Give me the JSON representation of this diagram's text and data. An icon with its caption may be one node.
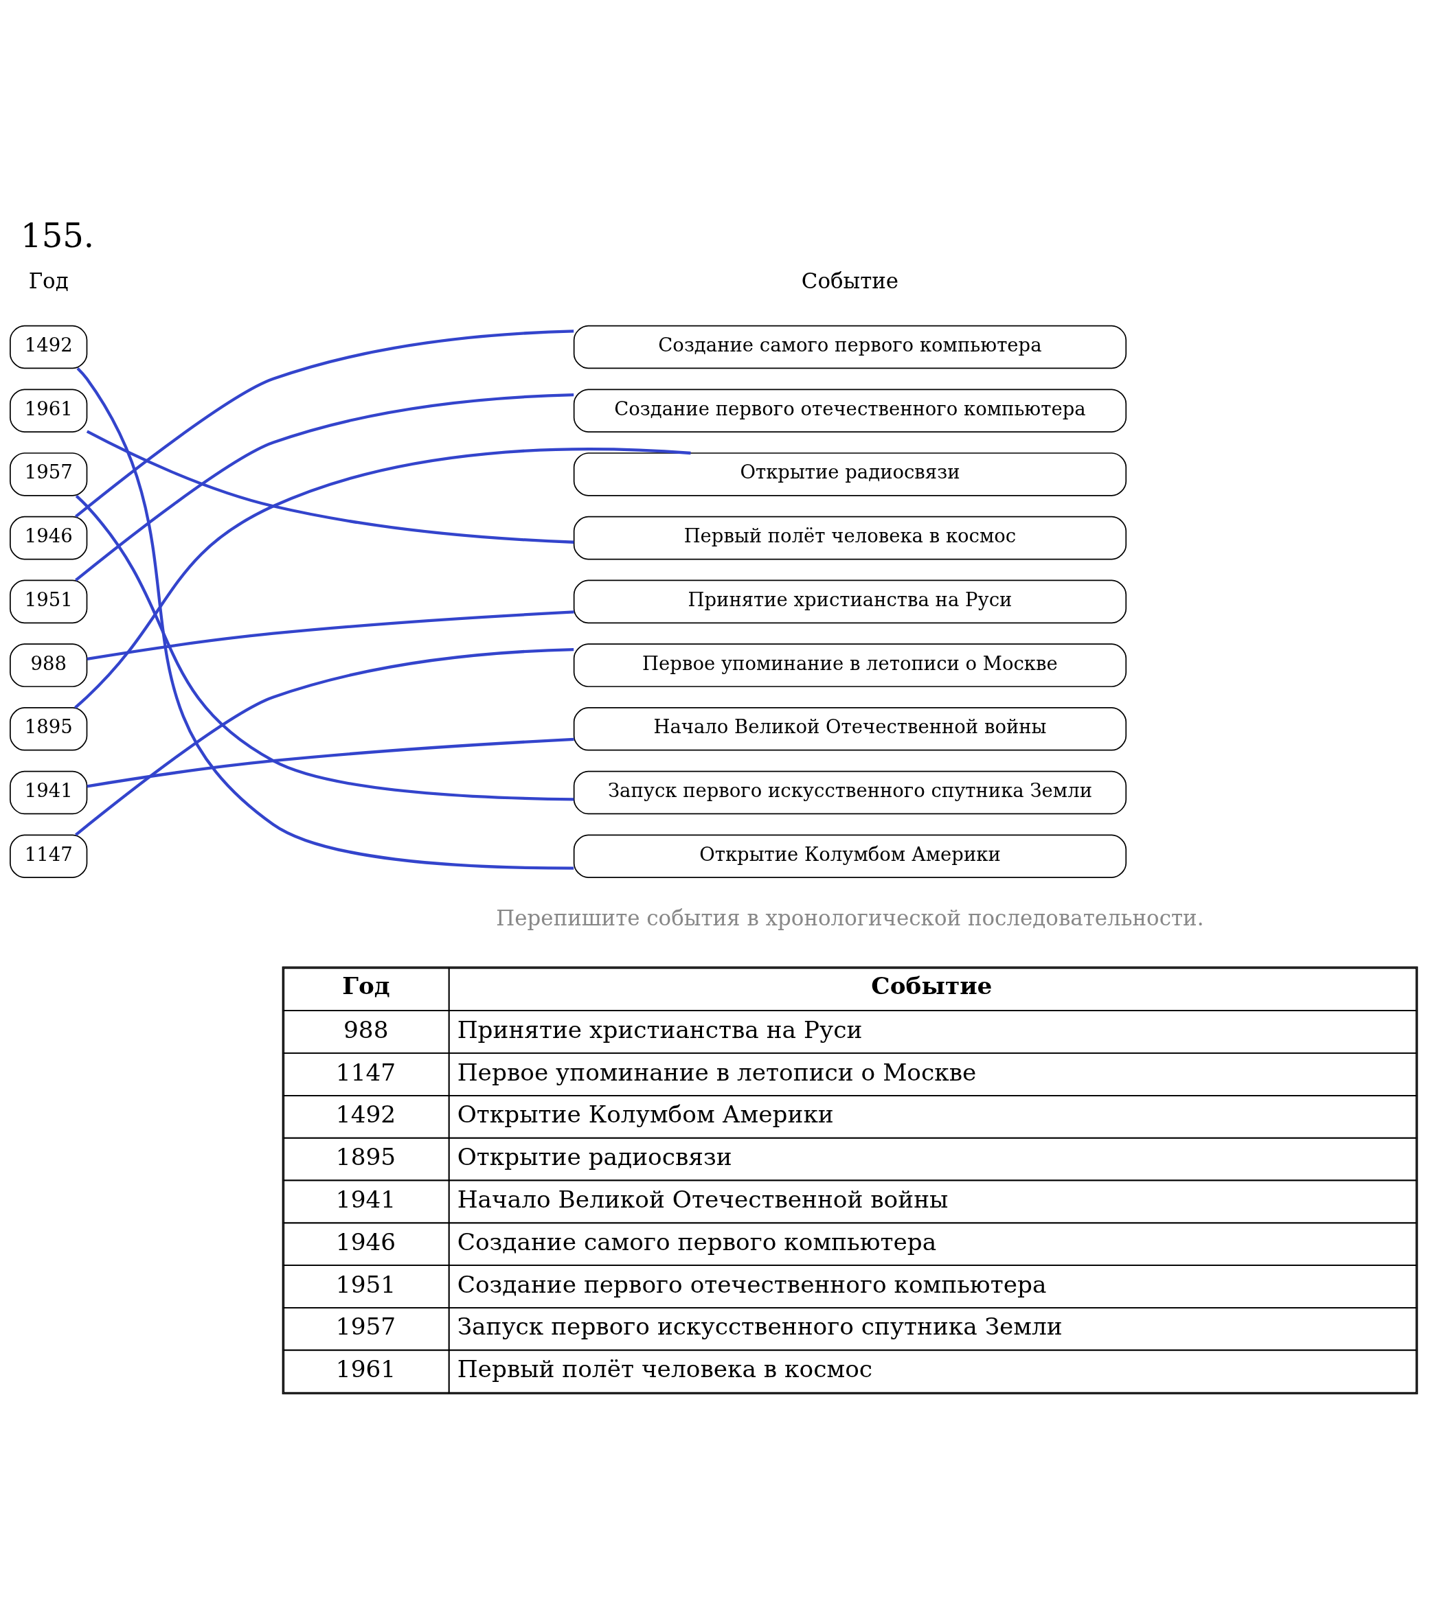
{
  "diagram": {
    "title": "155.",
    "nodes": [
      {
        "text": [
          "1492"
        ]
      },
      {
        "text": [
          "1961"
        ]
      },
      {
        "text": [
          "1957"
        ]
      },
      {
        "text": [
          "1946"
        ]
      },
      {
        "text": [
          "1951"
        ]
      },
      {
        "text": [
          "988"
        ]
      },
      {
        "text": [
          "1895"
        ]
      },
      {
        "text": [
          "1941"
        ]
      },
      {
        "text": [
          "1147"
        ]
      },
      {
        "text": [
          "Создание самого первого компьютера"
        ]
      },
      {
        "text": [
          "Создание первого отечественного компьютера"
        ]
      },
      {
        "text": [
          "Открытие радиосвязи"
        ]
      },
      {
        "text": [
          "Первый полёт человека в космос"
        ]
      },
      {
        "text": [
          "Принятие христианства на Руси"
        ]
      },
      {
        "text": [
          "Первое упоминание в летописи о Москве"
        ]
      },
      {
        "text": [
          "Начало Великой Отечественной войны"
        ]
      },
      {
        "text": [
          "Запуск первого искусственного спутника Земли"
        ]
      },
      {
        "text": [
          "Открытие Колумбом Америки"
        ]
      }
    ],
    "edges": [
      {
        "from": 0,
        "to": 17,
        "arrow": "none"
      },
      {
        "from": 1,
        "to": 12,
        "arrow": "none"
      },
      {
        "from": 2,
        "to": 16,
        "arrow": "none"
      },
      {
        "from": 3,
        "to": 9,
        "arrow": "none"
      },
      {
        "from": 4,
        "to": 10,
        "arrow": "none"
      },
      {
        "from": 5,
        "to": 13,
        "arrow": "none"
      },
      {
        "from": 6,
        "to": 11,
        "arrow": "none"
      },
      {
        "from": 7,
        "to": 15,
        "arrow": "none"
      },
      {
        "from": 8,
        "to": 14,
        "arrow": "none"
      }
    ],
    "labels": [
      "Год",
      "Событие",
      "Перепишите события в хронологической последовательности.",
      "Год",
      "Событие",
      "988",
      "Принятие христианства на Руси",
      "1147",
      "Первое упоминание в летописи о Москве",
      "1492",
      "Открытие Колумбом Америки",
      "1895",
      "Открытие радиосвязи",
      "1941",
      "Начало Великой Отечественной войны",
      "1946",
      "Создание самого первого компьютера",
      "1951",
      "Создание первого отечественного компьютера",
      "1957",
      "Запуск первого искусственного спутника Земли",
      "1961",
      "Первый полёт человека в космос"
    ]
  }
}
